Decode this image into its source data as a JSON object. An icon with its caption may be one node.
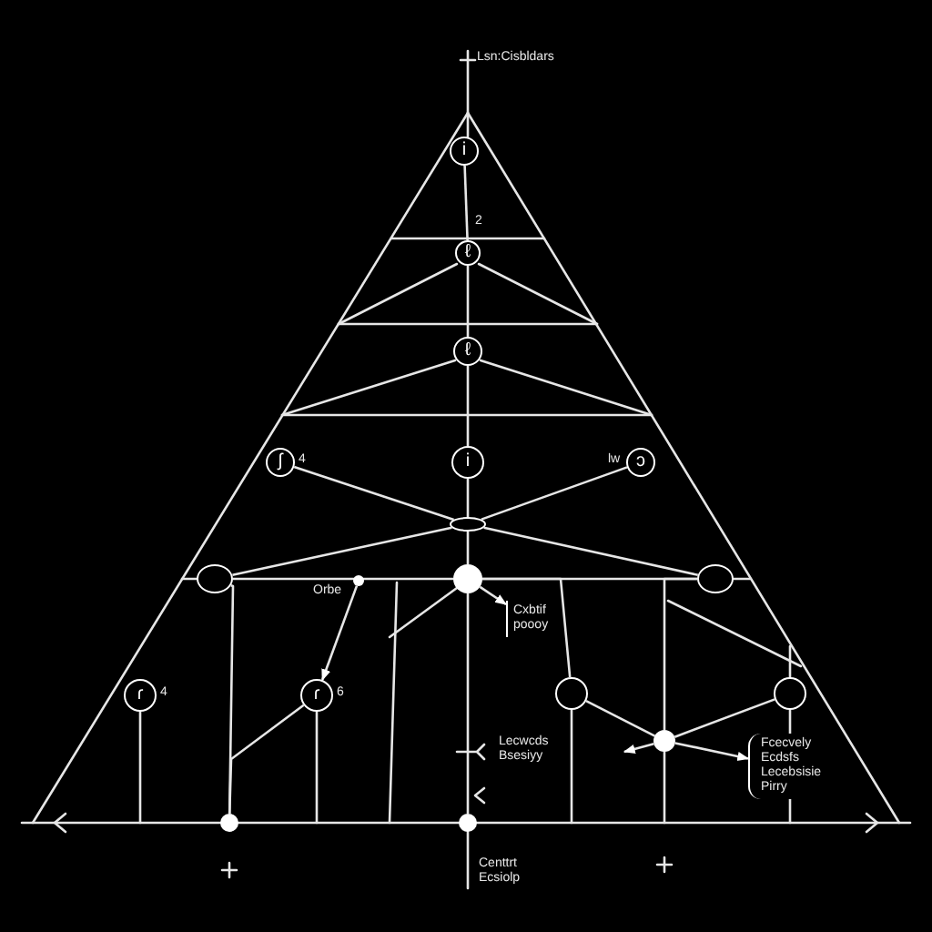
{
  "diagram": {
    "nodes": [
      {
        "text": [
          "i"
        ]
      },
      {
        "text": [
          "ℓ"
        ]
      },
      {
        "text": [
          "ℓ"
        ]
      },
      {
        "text": [
          "ʃ"
        ],
        "beside": [
          "4"
        ]
      },
      {
        "text": [
          "i"
        ]
      },
      {
        "text": [
          "ɔ"
        ],
        "beside": [
          "lw"
        ]
      },
      {
        "text": [],
        "shape": "circle"
      },
      {
        "text": [],
        "shape": "circle"
      },
      {
        "text": [],
        "shape": "circle",
        "beside": [
          "Orbe"
        ]
      },
      {
        "text": [],
        "shape": "circle"
      },
      {
        "text": [],
        "shape": "circle"
      },
      {
        "text": [
          "Cxbtif poooy"
        ]
      },
      {
        "text": [
          "ɾ"
        ],
        "beside": [
          "4"
        ]
      },
      {
        "text": [
          "ɾ"
        ],
        "beside": [
          "6"
        ]
      },
      {
        "text": [],
        "shape": "circle"
      },
      {
        "text": [],
        "shape": "circle"
      },
      {
        "text": [],
        "shape": "circle"
      },
      {
        "text": [
          "Fcecvely Ecdsfs Lecebsisie Pirry"
        ]
      },
      {
        "text": [],
        "shape": "circle"
      },
      {
        "text": [],
        "shape": "circle"
      }
    ],
    "edges": [
      {
        "from": 0,
        "to": 1,
        "arrow": "none"
      },
      {
        "from": 1,
        "to": 2,
        "arrow": "none"
      },
      {
        "from": 2,
        "to": 4,
        "arrow": "none"
      },
      {
        "from": 4,
        "to": 6,
        "arrow": "none"
      },
      {
        "from": 6,
        "to": 9,
        "arrow": "none"
      },
      {
        "from": 3,
        "to": 6,
        "arrow": "none"
      },
      {
        "from": 6,
        "to": 10,
        "arrow": "none"
      },
      {
        "from": 5,
        "to": 6,
        "arrow": "none"
      },
      {
        "from": 6,
        "to": 7,
        "arrow": "none"
      },
      {
        "from": 7,
        "to": 9,
        "arrow": "none"
      },
      {
        "from": 9,
        "to": 10,
        "arrow": "none"
      },
      {
        "from": 8,
        "to": 13,
        "arrow": "to"
      },
      {
        "from": 9,
        "to": 11,
        "arrow": "to"
      },
      {
        "from": 9,
        "to": 19,
        "arrow": "none"
      },
      {
        "from": 13,
        "to": 18,
        "arrow": "none"
      },
      {
        "from": 14,
        "to": 16,
        "arrow": "none"
      },
      {
        "from": 16,
        "to": 17,
        "arrow": "to"
      },
      {
        "from": 15,
        "to": 16,
        "arrow": "none"
      },
      {
        "from": 16,
        "to": null,
        "arrow": "to"
      },
      {
        "from": 7,
        "to": 18,
        "arrow": "none"
      },
      {
        "from": 9,
        "to": 14,
        "arrow": "none"
      },
      {
        "from": 10,
        "to": 16,
        "arrow": "none"
      }
    ],
    "labels": [
      "Lsn:Cisbldars",
      "2",
      "Lecwcds Bsesiyy",
      "Centtrt Ecsiolp"
    ]
  }
}
